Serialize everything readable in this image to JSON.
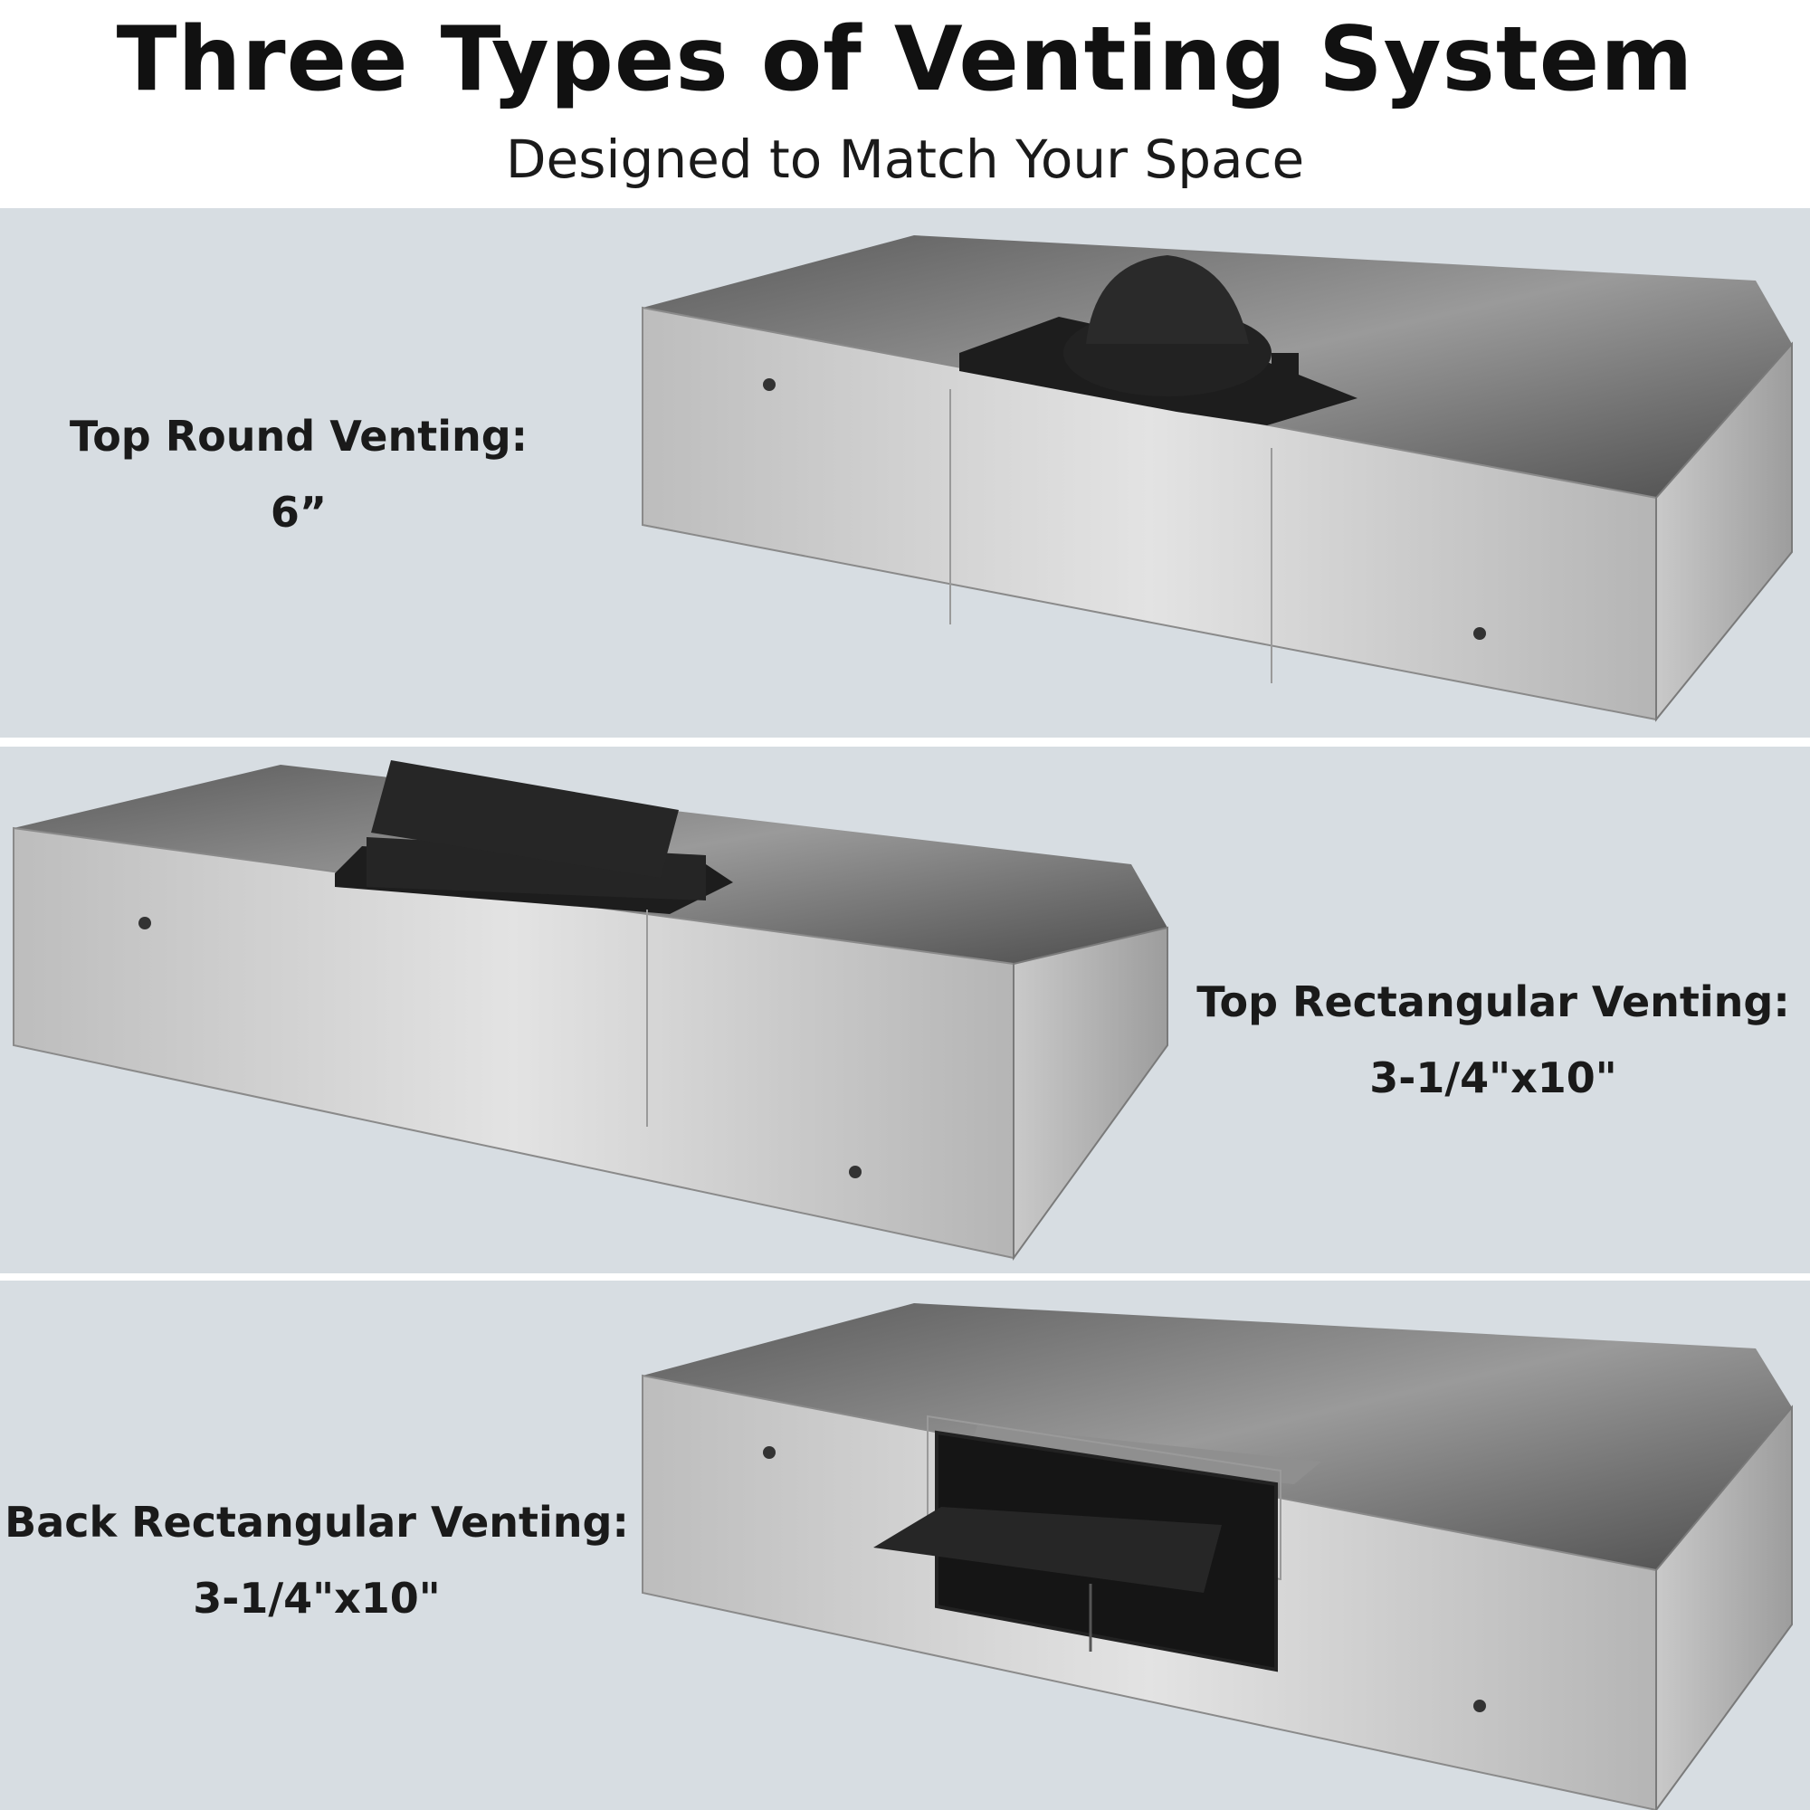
{
  "header": {
    "title": "Three Types of Venting System",
    "subtitle": "Designed to Match Your Space"
  },
  "panels": [
    {
      "name": "Top Round Venting:",
      "size": "6”",
      "vent": "round-duct"
    },
    {
      "name": "Top Rectangular Venting:",
      "size": "3-1/4\"x10\"",
      "vent": "top-rectangular-duct"
    },
    {
      "name": "Back Rectangular Venting:",
      "size": "3-1/4\"x10\"",
      "vent": "back-rectangular-duct"
    }
  ],
  "colors": {
    "panel_background": "#d7dde2",
    "steel_light": "#d9d9d9",
    "steel_dark": "#6f6f6f",
    "duct_black": "#1c1c1c"
  }
}
